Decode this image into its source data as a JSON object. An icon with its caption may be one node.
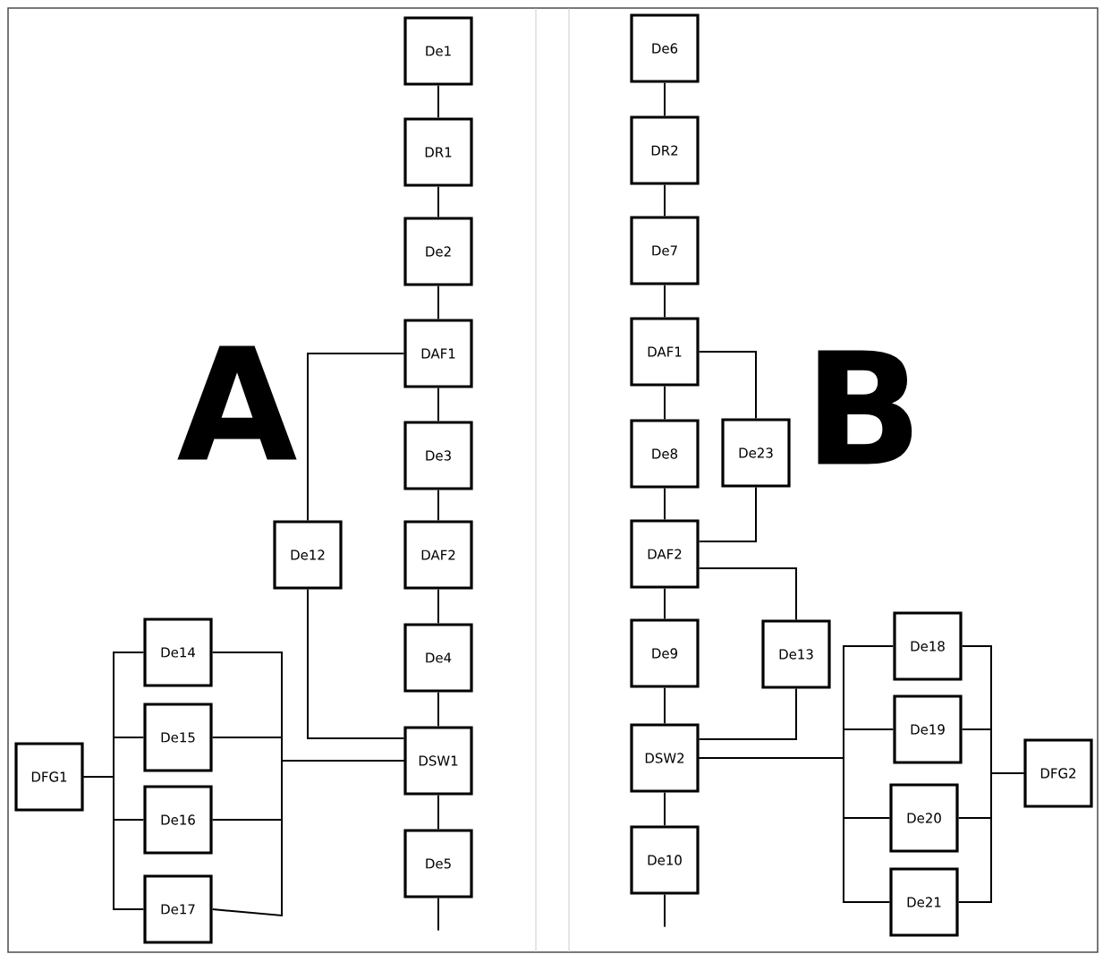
{
  "diagram": {
    "nodes": [
      {
        "text": [
          "De1"
        ]
      },
      {
        "text": [
          "DR1"
        ]
      },
      {
        "text": [
          "De2"
        ]
      },
      {
        "text": [
          "DAF1"
        ]
      },
      {
        "text": [
          "De3"
        ]
      },
      {
        "text": [
          "DAF2"
        ]
      },
      {
        "text": [
          "De4"
        ]
      },
      {
        "text": [
          "DSW1"
        ]
      },
      {
        "text": [
          "De5"
        ]
      },
      {
        "text": [
          "De12"
        ]
      },
      {
        "text": [
          "DFG1"
        ]
      },
      {
        "text": [
          "De14"
        ]
      },
      {
        "text": [
          "De15"
        ]
      },
      {
        "text": [
          "De16"
        ]
      },
      {
        "text": [
          "De17"
        ]
      },
      {
        "text": [
          "De6"
        ]
      },
      {
        "text": [
          "DR2"
        ]
      },
      {
        "text": [
          "De7"
        ]
      },
      {
        "text": [
          "DAF1"
        ]
      },
      {
        "text": [
          "De8"
        ]
      },
      {
        "text": [
          "De23"
        ]
      },
      {
        "text": [
          "DAF2"
        ]
      },
      {
        "text": [
          "De9"
        ]
      },
      {
        "text": [
          "De13"
        ]
      },
      {
        "text": [
          "DSW2"
        ]
      },
      {
        "text": [
          "De10"
        ]
      },
      {
        "text": [
          "De18"
        ]
      },
      {
        "text": [
          "De19"
        ]
      },
      {
        "text": [
          "De20"
        ]
      },
      {
        "text": [
          "De21"
        ]
      },
      {
        "text": [
          "DFG2"
        ]
      }
    ],
    "edges": [
      {
        "from": 0,
        "to": 1,
        "arrow": "none"
      },
      {
        "from": 1,
        "to": 2,
        "arrow": "none"
      },
      {
        "from": 2,
        "to": 3,
        "arrow": "none"
      },
      {
        "from": 3,
        "to": 4,
        "arrow": "none"
      },
      {
        "from": 4,
        "to": 5,
        "arrow": "none"
      },
      {
        "from": 5,
        "to": 6,
        "arrow": "none"
      },
      {
        "from": 6,
        "to": 7,
        "arrow": "none"
      },
      {
        "from": 7,
        "to": 8,
        "arrow": "none"
      },
      {
        "from": 8,
        "to": null,
        "arrow": "none"
      },
      {
        "from": 9,
        "to": 3,
        "arrow": "none"
      },
      {
        "from": 9,
        "to": 7,
        "arrow": "none"
      },
      {
        "from": 10,
        "to": 11,
        "arrow": "none"
      },
      {
        "from": 10,
        "to": 12,
        "arrow": "none"
      },
      {
        "from": 10,
        "to": 13,
        "arrow": "none"
      },
      {
        "from": 10,
        "to": 14,
        "arrow": "none"
      },
      {
        "from": 11,
        "to": 7,
        "arrow": "none"
      },
      {
        "from": 12,
        "to": 7,
        "arrow": "none"
      },
      {
        "from": 13,
        "to": 7,
        "arrow": "none"
      },
      {
        "from": 14,
        "to": 7,
        "arrow": "none"
      },
      {
        "from": 15,
        "to": 16,
        "arrow": "none"
      },
      {
        "from": 16,
        "to": 17,
        "arrow": "none"
      },
      {
        "from": 17,
        "to": 18,
        "arrow": "none"
      },
      {
        "from": 18,
        "to": 19,
        "arrow": "none"
      },
      {
        "from": 19,
        "to": 21,
        "arrow": "none"
      },
      {
        "from": 21,
        "to": 22,
        "arrow": "none"
      },
      {
        "from": 22,
        "to": 24,
        "arrow": "none"
      },
      {
        "from": 24,
        "to": 25,
        "arrow": "none"
      },
      {
        "from": 25,
        "to": null,
        "arrow": "none"
      },
      {
        "from": 18,
        "to": 20,
        "arrow": "none"
      },
      {
        "from": 20,
        "to": 21,
        "arrow": "none"
      },
      {
        "from": 21,
        "to": 23,
        "arrow": "none"
      },
      {
        "from": 23,
        "to": 24,
        "arrow": "none"
      },
      {
        "from": 24,
        "to": 26,
        "arrow": "none"
      },
      {
        "from": 24,
        "to": 27,
        "arrow": "none"
      },
      {
        "from": 24,
        "to": 28,
        "arrow": "none"
      },
      {
        "from": 24,
        "to": 29,
        "arrow": "none"
      },
      {
        "from": 26,
        "to": 30,
        "arrow": "none"
      },
      {
        "from": 27,
        "to": 30,
        "arrow": "none"
      },
      {
        "from": 28,
        "to": 30,
        "arrow": "none"
      },
      {
        "from": 29,
        "to": 30,
        "arrow": "none"
      }
    ],
    "labels": [
      "A",
      "B"
    ]
  }
}
